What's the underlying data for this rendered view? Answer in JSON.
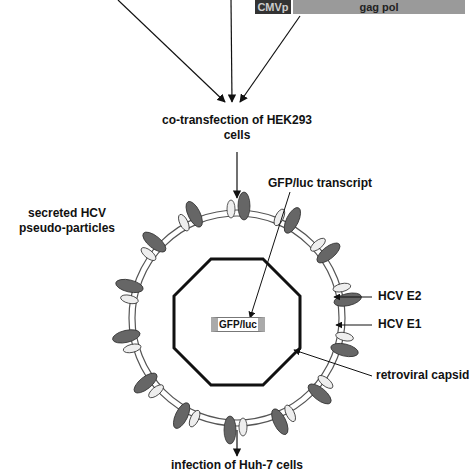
{
  "diagram": {
    "nodes": [
      {
        "text": [
          "CMVp"
        ]
      },
      {
        "text": [
          "gag pol"
        ]
      },
      {
        "text": [
          "GFP/luc"
        ]
      }
    ],
    "labels": [
      "co-transfection of HEK293 cells",
      "GFP/luc transcript",
      "secreted HCV pseudo-particles",
      "HCV E2",
      "HCV E1",
      "retroviral capsid",
      "infection of Huh-7 cells"
    ]
  }
}
